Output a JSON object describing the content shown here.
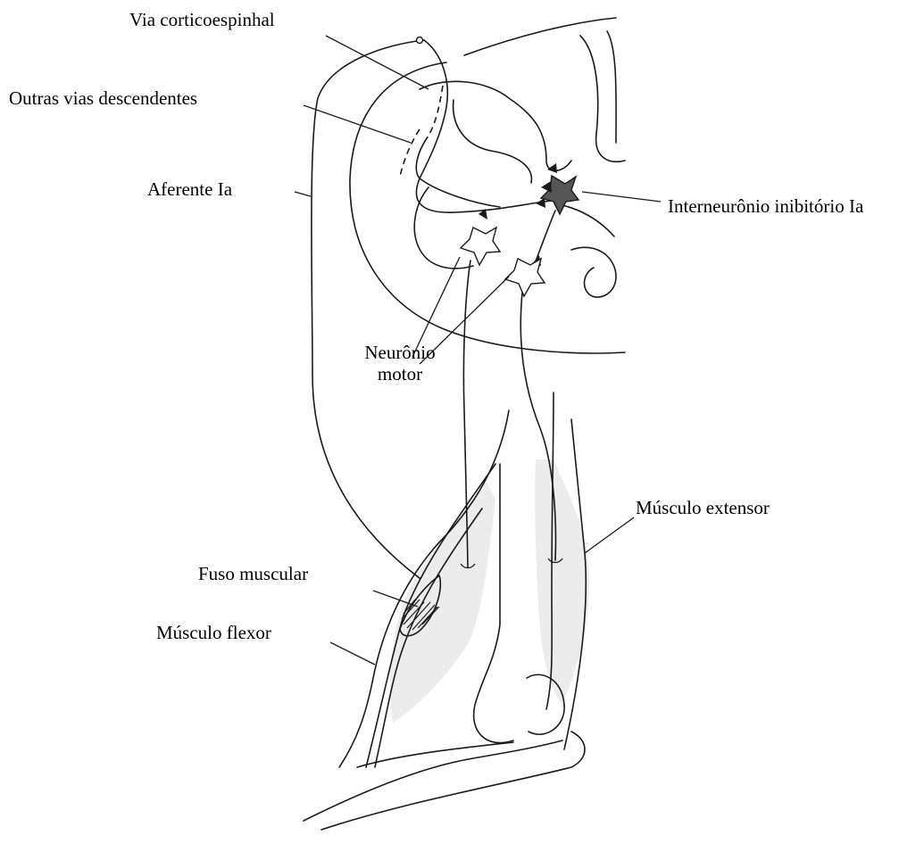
{
  "labels": {
    "corticospinal": "Via corticoespinhal",
    "other_descending": "Outras vias descendentes",
    "afferent": "Aferente Ia",
    "interneuron": "Interneurônio inibitório Ia",
    "motor_neuron_line1": "Neurônio",
    "motor_neuron_line2": "motor",
    "extensor": "Músculo extensor",
    "spindle": "Fuso muscular",
    "flexor": "Músculo flexor"
  },
  "colors": {
    "line": "#1a1a1a",
    "muscle_fill": "#ececec",
    "interneuron_fill": "#555555",
    "background": "#ffffff"
  }
}
